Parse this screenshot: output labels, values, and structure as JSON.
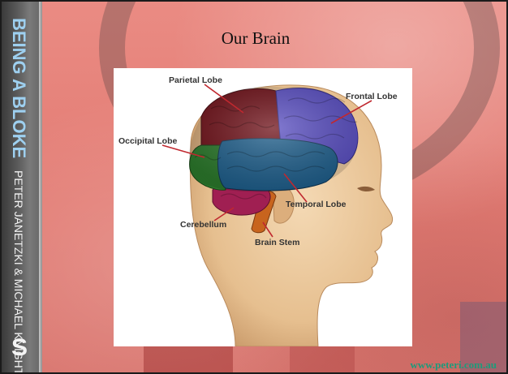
{
  "slide": {
    "title": "Our Brain",
    "watermark": "www.peteri.com.au"
  },
  "book_spine": {
    "title": "BEING A BLOKE",
    "authors": "PETER JANETZKI & MICHAEL KNIGHT",
    "publisher_logo": "S"
  },
  "diagram": {
    "labels": {
      "parietal": "Parietal Lobe",
      "frontal": "Frontal Lobe",
      "occipital": "Occipital Lobe",
      "temporal": "Temporal Lobe",
      "cerebellum": "Cerebellum",
      "brain_stem": "Brain Stem"
    },
    "colors": {
      "parietal": "#6e1018",
      "frontal": "#5a4fc2",
      "occipital": "#2c7a2c",
      "temporal": "#1f5f8c",
      "cerebellum": "#a01f52",
      "brain_stem": "#c8641e",
      "skin": "#e8c294",
      "label_line": "#c0282f"
    }
  }
}
